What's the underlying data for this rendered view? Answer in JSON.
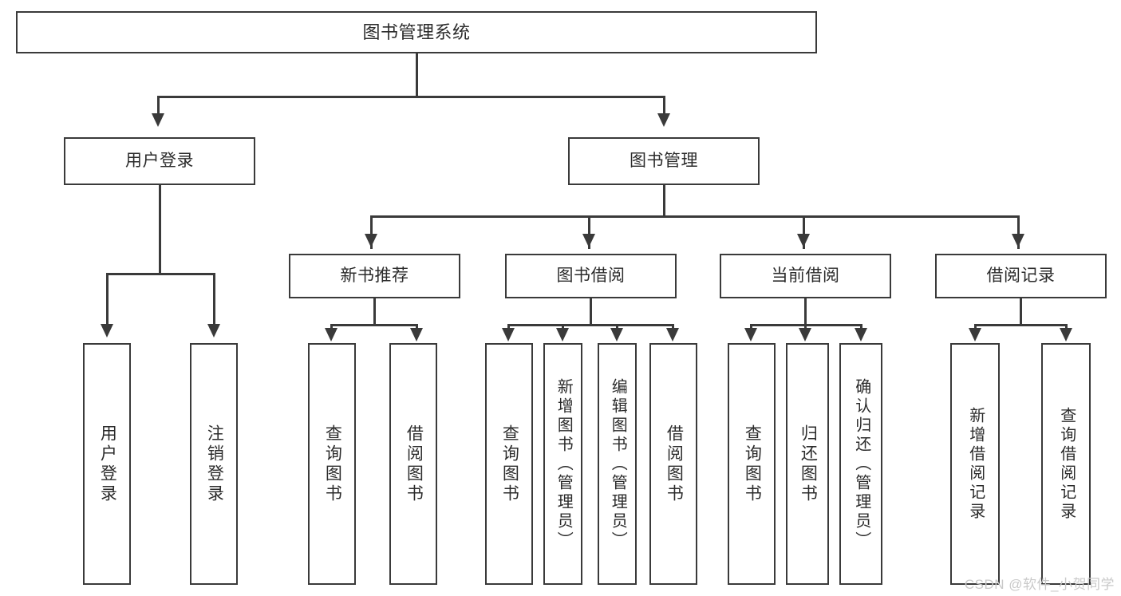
{
  "diagram": {
    "type": "tree",
    "title": "图书管理系统",
    "background_color": "#ffffff",
    "stroke_color": "#3a3a3a",
    "text_color": "#2b2b2b",
    "root": {
      "id": "root",
      "label": "图书管理系统",
      "orientation": "horizontal"
    },
    "level2": [
      {
        "id": "user-login",
        "label": "用户登录",
        "orientation": "horizontal"
      },
      {
        "id": "book-manage",
        "label": "图书管理",
        "orientation": "horizontal"
      }
    ],
    "level3": [
      {
        "id": "new-book-rec",
        "label": "新书推荐",
        "orientation": "horizontal",
        "parent": "book-manage"
      },
      {
        "id": "book-borrow",
        "label": "图书借阅",
        "orientation": "horizontal",
        "parent": "book-manage"
      },
      {
        "id": "current-borrow",
        "label": "当前借阅",
        "orientation": "horizontal",
        "parent": "book-manage"
      },
      {
        "id": "borrow-record",
        "label": "借阅记录",
        "orientation": "horizontal",
        "parent": "book-manage"
      }
    ],
    "leaves": {
      "user_login": [
        {
          "id": "leaf-user-login",
          "label": "用户登录"
        },
        {
          "id": "leaf-user-logout",
          "label": "注销登录"
        }
      ],
      "new_book_rec": [
        {
          "id": "leaf-query-book-1",
          "label": "查询图书"
        },
        {
          "id": "leaf-borrow-book-1",
          "label": "借阅图书"
        }
      ],
      "book_borrow": [
        {
          "id": "leaf-query-book-2",
          "label": "查询图书"
        },
        {
          "id": "leaf-add-book",
          "label": "新增图书（管理员）"
        },
        {
          "id": "leaf-edit-book",
          "label": "编辑图书（管理员）"
        },
        {
          "id": "leaf-borrow-book-2",
          "label": "借阅图书"
        }
      ],
      "current_borrow": [
        {
          "id": "leaf-query-book-3",
          "label": "查询图书"
        },
        {
          "id": "leaf-return-book",
          "label": "归还图书"
        },
        {
          "id": "leaf-confirm-return",
          "label": "确认归还（管理员）"
        }
      ],
      "borrow_record": [
        {
          "id": "leaf-add-record",
          "label": "新增借阅记录"
        },
        {
          "id": "leaf-query-record",
          "label": "查询借阅记录"
        }
      ]
    }
  },
  "watermark": {
    "text": "CSDN @软件_小贺同学",
    "color": "#c9c9c9"
  }
}
